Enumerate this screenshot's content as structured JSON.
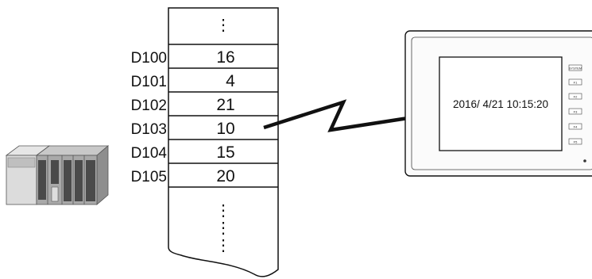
{
  "memory": {
    "ellipsis": "⋮",
    "registers": [
      {
        "address": "D100",
        "value": "16"
      },
      {
        "address": "D101",
        "value": "4"
      },
      {
        "address": "D102",
        "value": "21"
      },
      {
        "address": "D103",
        "value": "10"
      },
      {
        "address": "D104",
        "value": "15"
      },
      {
        "address": "D105",
        "value": "20"
      }
    ]
  },
  "hmi": {
    "display_text": "2016/ 4/21 10:15:20",
    "side_keys": [
      "SYSTEM",
      "F1",
      "F2",
      "F3",
      "F4",
      "F5"
    ]
  },
  "icons": {
    "plc": "plc-icon",
    "link": "communication-link-icon",
    "hmi": "touch-panel-icon"
  },
  "colors": {
    "line": "#111111",
    "plc_light": "#dcdcdc",
    "plc_mid": "#a9a9a9",
    "plc_dark": "#4a4a4a",
    "panel_frame": "#f7f7f7"
  }
}
